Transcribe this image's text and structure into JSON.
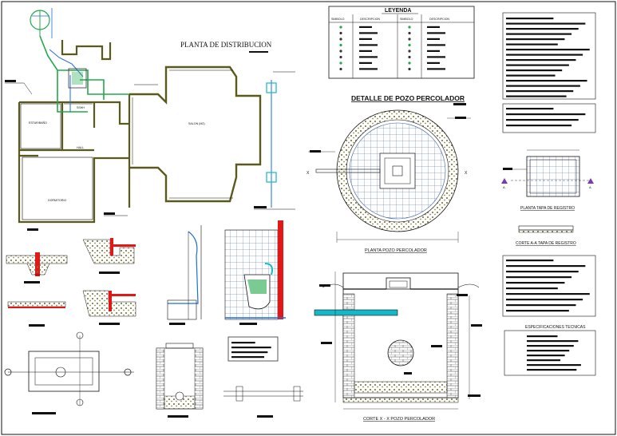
{
  "plan": {
    "title": "PLANTA  DE DISTRIBUCION",
    "rooms": {
      "r1": "ESTAR/BAÑO",
      "r2": "HALL",
      "r3": "DORMITORIO",
      "r4": "SALON (M2)",
      "r5": "SSHH"
    }
  },
  "legend": {
    "title": "LEYENDA",
    "col_symbol": "SIMBOLO",
    "col_description": "DESCRIPCION"
  },
  "detail": {
    "title": "DETALLE DE POZO PERCOLADOR",
    "plan_caption": "PLANTA  POZO PERCOLADOR",
    "section_caption": "CORTE X - X  POZO PERCOLADOR",
    "axis_mark": "X"
  },
  "registro": {
    "plan_caption": "PLANTA  TAPA DE REGISTRO",
    "section_caption": "CORTE A-A TAPA DE REGISTRO",
    "mark": "A"
  },
  "specs": {
    "title": "ESPECIFICACIONES TECNICAS"
  },
  "colors": {
    "line": "#111111",
    "wall": "#5a5a1c",
    "pipe_green": "#22a84a",
    "pipe_blue": "#1e6ed8",
    "cyan": "#14b8c8",
    "red": "#e01818",
    "yellow": "#d8c800",
    "gravel": "#7a7a3a"
  }
}
